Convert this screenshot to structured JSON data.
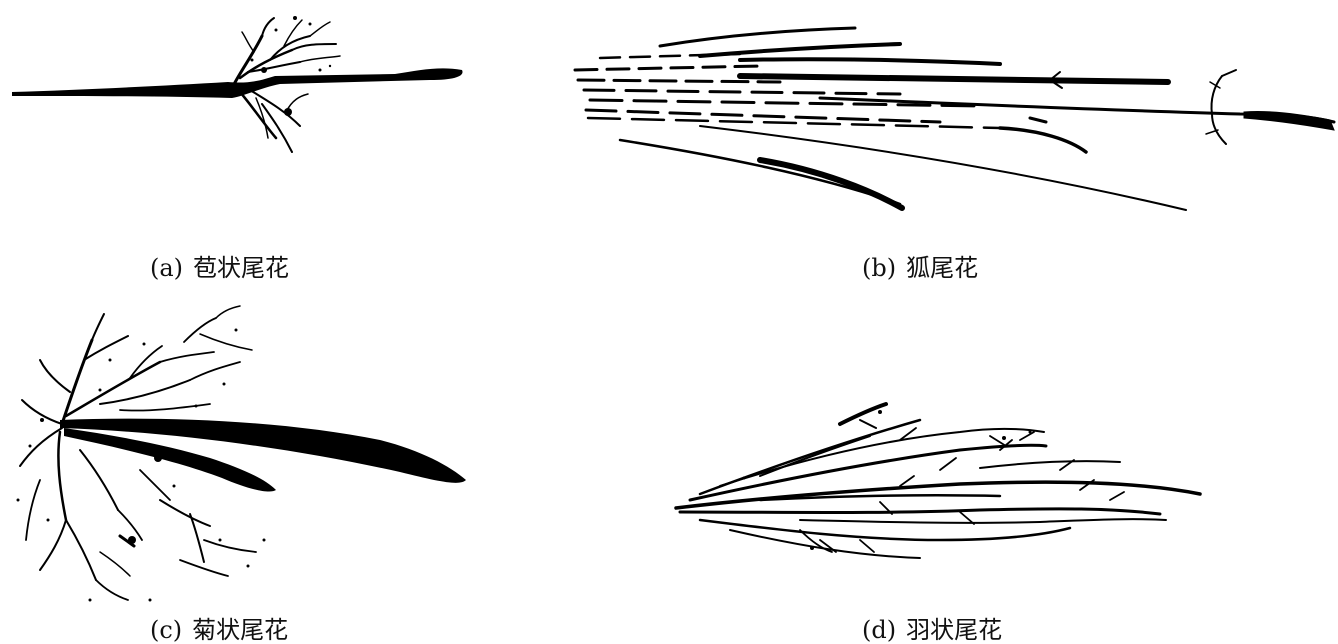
{
  "panels": [
    {
      "id": "a",
      "letter": "(a)",
      "name": "苞状尾花"
    },
    {
      "id": "b",
      "letter": "(b)",
      "name": "狐尾花"
    },
    {
      "id": "c",
      "letter": "(c)",
      "name": "菊状尾花"
    },
    {
      "id": "d",
      "letter": "(d)",
      "name": "羽状尾花"
    }
  ]
}
